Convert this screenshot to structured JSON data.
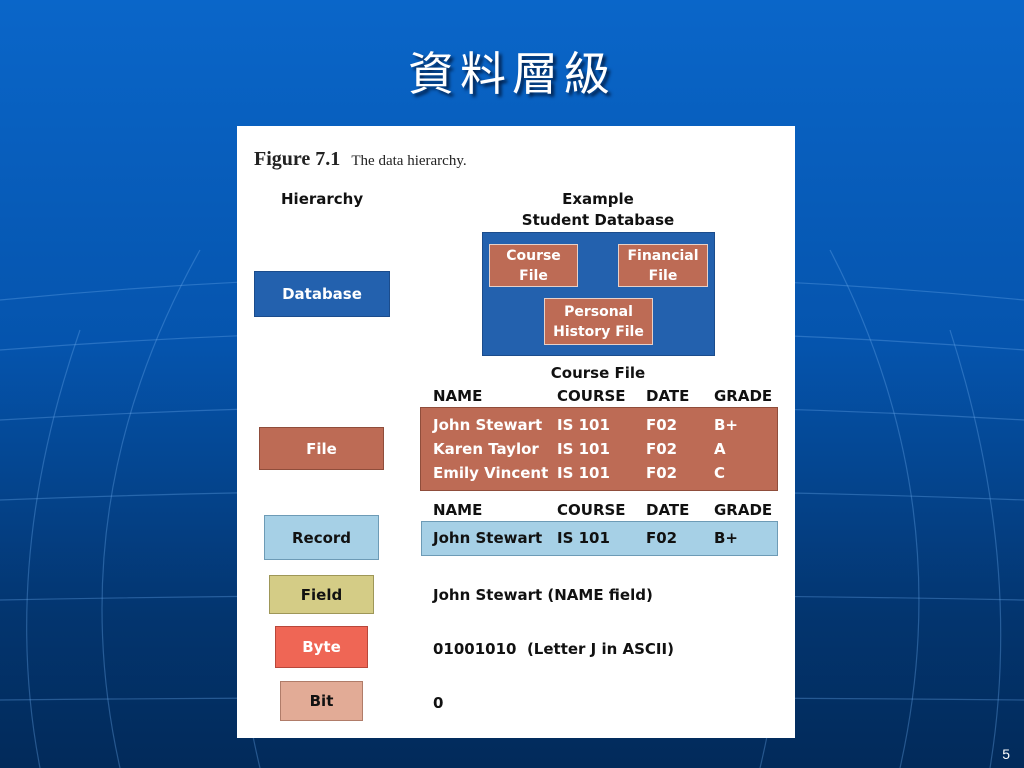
{
  "slide": {
    "title": "資料層級",
    "page_number": "5"
  },
  "figure": {
    "caption_number": "Figure 7.1",
    "caption_text": "The data hierarchy.",
    "hierarchy_header": "Hierarchy",
    "example_header_line1": "Example",
    "example_header_line2": "Student Database",
    "levels": {
      "database": "Database",
      "file": "File",
      "record": "Record",
      "field": "Field",
      "byte": "Byte",
      "bit": "Bit"
    },
    "database_files": {
      "course_line1": "Course",
      "course_line2": "File",
      "financial_line1": "Financial",
      "financial_line2": "File",
      "personal_line1": "Personal",
      "personal_line2": "History File"
    },
    "course_file_title": "Course File",
    "columns": [
      "NAME",
      "COURSE",
      "DATE",
      "GRADE"
    ],
    "file_rows": [
      [
        "John Stewart",
        "IS 101",
        "F02",
        "B+"
      ],
      [
        "Karen Taylor",
        "IS 101",
        "F02",
        "A"
      ],
      [
        "Emily Vincent",
        "IS 101",
        "F02",
        "C"
      ]
    ],
    "record_columns": [
      "NAME",
      "COURSE",
      "DATE",
      "GRADE"
    ],
    "record_row": [
      "John Stewart",
      "IS 101",
      "F02",
      "B+"
    ],
    "field_example": "John Stewart (NAME field)",
    "byte_example": "01001010  (Letter J in ASCII)",
    "bit_example": "0"
  },
  "colors": {
    "database_blue": "#2361ae",
    "file_brown": "#bd6b55",
    "record_light_blue": "#a6d0e6",
    "field_khaki": "#d4cc86",
    "byte_red": "#ef6655",
    "bit_pink": "#e2ab96"
  }
}
